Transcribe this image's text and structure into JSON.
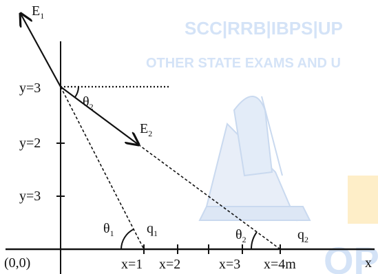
{
  "watermark": {
    "line1": "SCC|RRB|IBPS|UP",
    "line2": "OTHER STATE EXAMS AND U",
    "fragment": "OPE",
    "color": "#d4e3f7",
    "icon": "hand-writing-on-paper-icon"
  },
  "axes": {
    "x_label": "x",
    "origin_label": "(0,0)"
  },
  "y_ticks": [
    "y=3",
    "y=2",
    "y=3"
  ],
  "x_ticks": [
    "x=1",
    "x=2",
    "x=3",
    "x=4m"
  ],
  "vectors": {
    "e1": {
      "name": "E",
      "sub": "1"
    },
    "e2": {
      "name": "E",
      "sub": "2"
    }
  },
  "angles": {
    "top": {
      "sym": "θ",
      "sub": "2"
    },
    "q1": {
      "sym": "θ",
      "sub": "1"
    },
    "q2": {
      "sym": "θ",
      "sub": "2"
    }
  },
  "charges": {
    "q1": {
      "sym": "q",
      "sub": "1"
    },
    "q2": {
      "sym": "q",
      "sub": "2"
    }
  }
}
